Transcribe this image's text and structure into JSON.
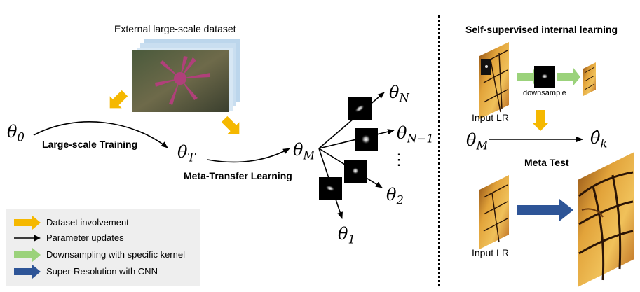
{
  "left": {
    "dataset_title": "External large-scale dataset",
    "theta0": {
      "base": "θ",
      "sub": "0"
    },
    "thetaT": {
      "base": "θ",
      "sub": "T"
    },
    "thetaM": {
      "base": "θ",
      "sub": "M"
    },
    "large_scale_training": "Large-scale Training",
    "meta_transfer_learning": "Meta-Transfer Learning",
    "theta_N": {
      "base": "θ",
      "sub": "N"
    },
    "theta_N1": {
      "base": "θ",
      "sub": "N−1"
    },
    "theta_2": {
      "base": "θ",
      "sub": "2"
    },
    "theta_1": {
      "base": "θ",
      "sub": "1"
    },
    "dots": "⋮"
  },
  "right": {
    "title": "Self-supervised internal learning",
    "downsample": "downsample",
    "input_lr_top": "Input LR",
    "thetaM": {
      "base": "θ",
      "sub": "M"
    },
    "theta_hat_k": {
      "base": "θ̂",
      "sub": "k"
    },
    "meta_test": "Meta Test",
    "input_lr_bottom": "Input LR"
  },
  "legend": {
    "items": [
      {
        "label": "Dataset involvement",
        "color": "#f5b800",
        "kind": "block-arrow"
      },
      {
        "label": "Parameter updates",
        "color": "#000000",
        "kind": "line-arrow"
      },
      {
        "label": "Downsampling with specific kernel",
        "color": "#9bd27b",
        "kind": "block-arrow"
      },
      {
        "label": "Super-Resolution with CNN",
        "color": "#2e5597",
        "kind": "block-arrow"
      }
    ]
  }
}
